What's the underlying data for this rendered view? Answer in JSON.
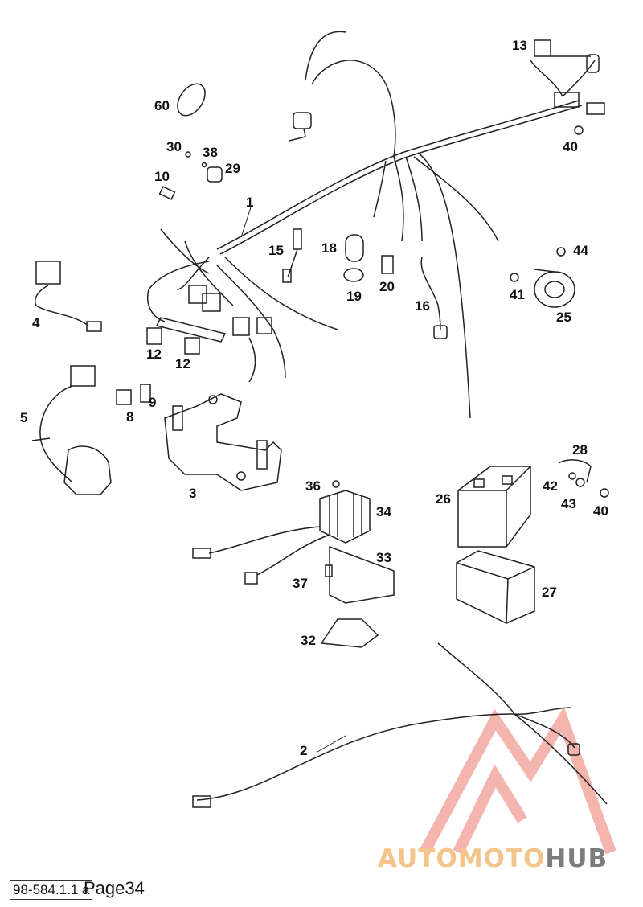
{
  "part_labels": {
    "p1": "1",
    "p2": "2",
    "p3": "3",
    "p4": "4",
    "p5": "5",
    "p8": "8",
    "p9": "9",
    "p10": "10",
    "p12a": "12",
    "p12b": "12",
    "p13": "13",
    "p15": "15",
    "p16": "16",
    "p18": "18",
    "p19": "19",
    "p20": "20",
    "p25": "25",
    "p26": "26",
    "p27": "27",
    "p28": "28",
    "p29": "29",
    "p30": "30",
    "p32": "32",
    "p33": "33",
    "p34": "34",
    "p36": "36",
    "p37": "37",
    "p38": "38",
    "p40a": "40",
    "p40b": "40",
    "p41": "41",
    "p42": "42",
    "p43": "43",
    "p44": "44",
    "p60": "60"
  },
  "footer": {
    "code": "98-584.1.1 a",
    "page": "Page34"
  },
  "watermark": {
    "part1": "AUTOMOTO",
    "part2": "HUB",
    "color_light": "#f3c58a",
    "color_dark": "#7d7d7d",
    "logo_color": "#f3a9a2"
  }
}
